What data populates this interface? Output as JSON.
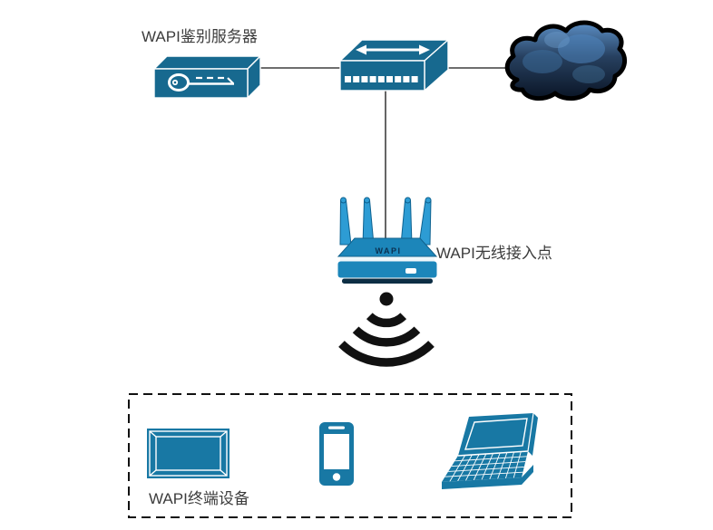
{
  "diagram": {
    "type": "network-topology",
    "nodes": {
      "auth_server": {
        "label": "WAPI鉴别服务器",
        "icon": "server-box-with-key"
      },
      "switch": {
        "icon": "switch-3d-box",
        "port_count": 9
      },
      "internet_cloud": {
        "icon": "dark-cloud"
      },
      "access_point": {
        "label": "WAPI无线接入点",
        "device_text": "WAPI",
        "icon": "wireless-router-4-antennas"
      },
      "wifi_signal": {
        "icon": "wifi-waves-down"
      },
      "terminal_group": {
        "label": "WAPI终端设备",
        "devices": [
          "monitor",
          "smartphone",
          "laptop"
        ],
        "border": "dashed"
      }
    },
    "connections": [
      {
        "from": "auth_server",
        "to": "switch"
      },
      {
        "from": "switch",
        "to": "internet_cloud"
      },
      {
        "from": "switch",
        "to": "access_point"
      }
    ],
    "colors": {
      "teal_equipment": "#17698F",
      "teal_devices": "#1878A4",
      "router_body_blue": "#1C86BA",
      "antenna_blue": "#2D9CD4",
      "router_shadow": "#0D2E44",
      "router_text": "#0B3050",
      "cloud_light": "#5B8EC4",
      "cloud_dark": "#0A1526",
      "connector_line": "#3F3F3F",
      "signal_black": "#111111",
      "label_text": "#3C3C3C",
      "background": "#FFFFFF"
    }
  }
}
